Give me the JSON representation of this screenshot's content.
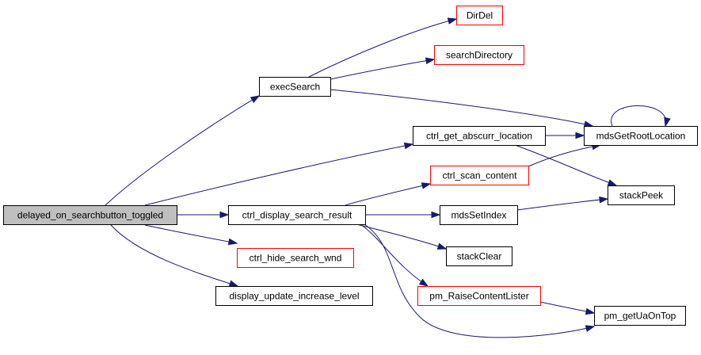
{
  "colors": {
    "edge": "#191970",
    "box_default": "#000000",
    "box_linked": "#ff0000",
    "root_fill": "#bfbfbf",
    "node_fill": "#ffffff"
  },
  "nodes": [
    {
      "id": "delayed_on_searchbutton_toggled",
      "label": "delayed_on_searchbutton_toggled",
      "style": "root"
    },
    {
      "id": "execSearch",
      "label": "execSearch",
      "style": "default"
    },
    {
      "id": "DirDel",
      "label": "DirDel",
      "style": "linked"
    },
    {
      "id": "searchDirectory",
      "label": "searchDirectory",
      "style": "linked"
    },
    {
      "id": "ctrl_get_abscurr_location",
      "label": "ctrl_get_abscurr_location",
      "style": "default"
    },
    {
      "id": "mdsGetRootLocation",
      "label": "mdsGetRootLocation",
      "style": "default"
    },
    {
      "id": "ctrl_scan_content",
      "label": "ctrl_scan_content",
      "style": "linked"
    },
    {
      "id": "stackPeek",
      "label": "stackPeek",
      "style": "default"
    },
    {
      "id": "ctrl_display_search_result",
      "label": "ctrl_display_search_result",
      "style": "default"
    },
    {
      "id": "mdsSetIndex",
      "label": "mdsSetIndex",
      "style": "default"
    },
    {
      "id": "ctrl_hide_search_wnd",
      "label": "ctrl_hide_search_wnd",
      "style": "linked"
    },
    {
      "id": "stackClear",
      "label": "stackClear",
      "style": "default"
    },
    {
      "id": "display_update_increase_level",
      "label": "display_update_increase_level",
      "style": "default"
    },
    {
      "id": "pm_RaiseContentLister",
      "label": "pm_RaiseContentLister",
      "style": "linked"
    },
    {
      "id": "pm_getUaOnTop",
      "label": "pm_getUaOnTop",
      "style": "default"
    }
  ],
  "edges": [
    {
      "from": "delayed_on_searchbutton_toggled",
      "to": "execSearch"
    },
    {
      "from": "delayed_on_searchbutton_toggled",
      "to": "ctrl_get_abscurr_location"
    },
    {
      "from": "delayed_on_searchbutton_toggled",
      "to": "ctrl_display_search_result"
    },
    {
      "from": "delayed_on_searchbutton_toggled",
      "to": "ctrl_hide_search_wnd"
    },
    {
      "from": "delayed_on_searchbutton_toggled",
      "to": "display_update_increase_level"
    },
    {
      "from": "execSearch",
      "to": "DirDel"
    },
    {
      "from": "execSearch",
      "to": "searchDirectory"
    },
    {
      "from": "execSearch",
      "to": "mdsGetRootLocation"
    },
    {
      "from": "ctrl_get_abscurr_location",
      "to": "mdsGetRootLocation"
    },
    {
      "from": "ctrl_get_abscurr_location",
      "to": "stackPeek"
    },
    {
      "from": "mdsGetRootLocation",
      "to": "mdsGetRootLocation"
    },
    {
      "from": "ctrl_scan_content",
      "to": "mdsGetRootLocation"
    },
    {
      "from": "ctrl_display_search_result",
      "to": "ctrl_scan_content"
    },
    {
      "from": "ctrl_display_search_result",
      "to": "mdsSetIndex"
    },
    {
      "from": "ctrl_display_search_result",
      "to": "stackClear"
    },
    {
      "from": "ctrl_display_search_result",
      "to": "pm_RaiseContentLister"
    },
    {
      "from": "ctrl_display_search_result",
      "to": "pm_getUaOnTop"
    },
    {
      "from": "mdsSetIndex",
      "to": "stackPeek"
    },
    {
      "from": "pm_RaiseContentLister",
      "to": "pm_getUaOnTop"
    }
  ]
}
